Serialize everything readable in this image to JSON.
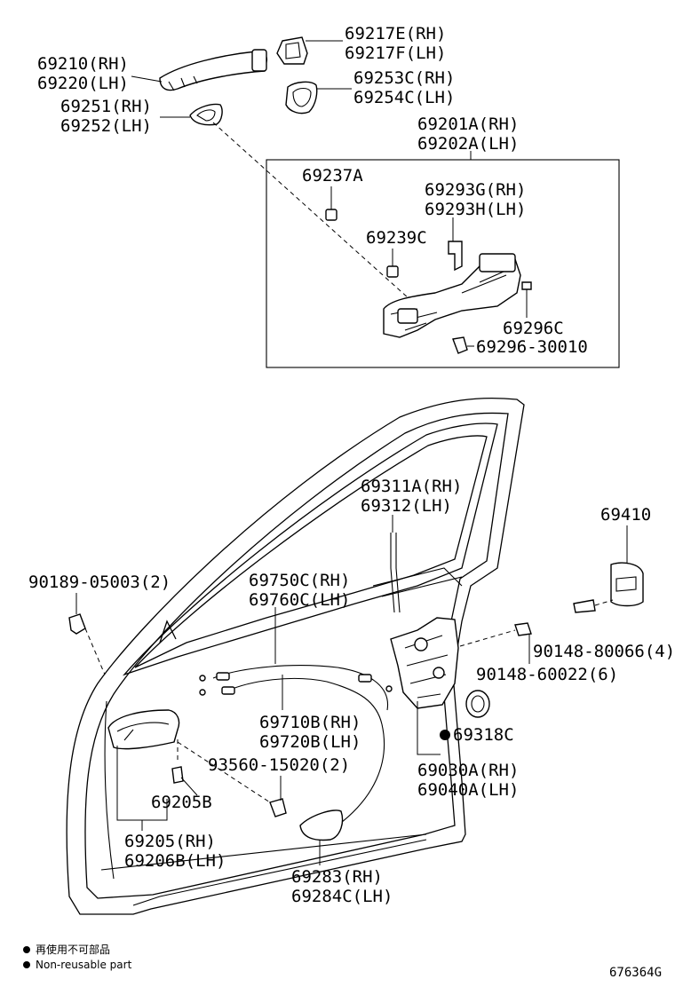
{
  "labels": {
    "l1_a": "69217E(RH)",
    "l1_b": "69217F(LH)",
    "l2_a": "69210(RH)",
    "l2_b": "69220(LH)",
    "l3_a": "69253C(RH)",
    "l3_b": "69254C(LH)",
    "l4_a": "69251(RH)",
    "l4_b": "69252(LH)",
    "l5_a": "69201A(RH)",
    "l5_b": "69202A(LH)",
    "l6": "69237A",
    "l7_a": "69293G(RH)",
    "l7_b": "69293H(LH)",
    "l8": "69239C",
    "l9": "69296C",
    "l10": "69296-30010",
    "l11_a": "69311A(RH)",
    "l11_b": "69312(LH)",
    "l12": "69410",
    "l13": "90189-05003(2)",
    "l14_a": "69750C(RH)",
    "l14_b": "69760C(LH)",
    "l15": "90148-80066(4)",
    "l16": "90148-60022(6)",
    "l17_a": "69710B(RH)",
    "l17_b": "69720B(LH)",
    "l18": "69318C",
    "l19": "93560-15020(2)",
    "l20_a": "69030A(RH)",
    "l20_b": "69040A(LH)",
    "l21": "69205B",
    "l22_a": "69205(RH)",
    "l22_b": "69206B(LH)",
    "l23_a": "69283(RH)",
    "l23_b": "69284C(LH)"
  },
  "legend": {
    "jp": "再使用不可部品",
    "en": "Non-reusable part"
  },
  "drawing_code": "676364G",
  "colors": {
    "ink": "#000000",
    "paper": "#ffffff"
  }
}
